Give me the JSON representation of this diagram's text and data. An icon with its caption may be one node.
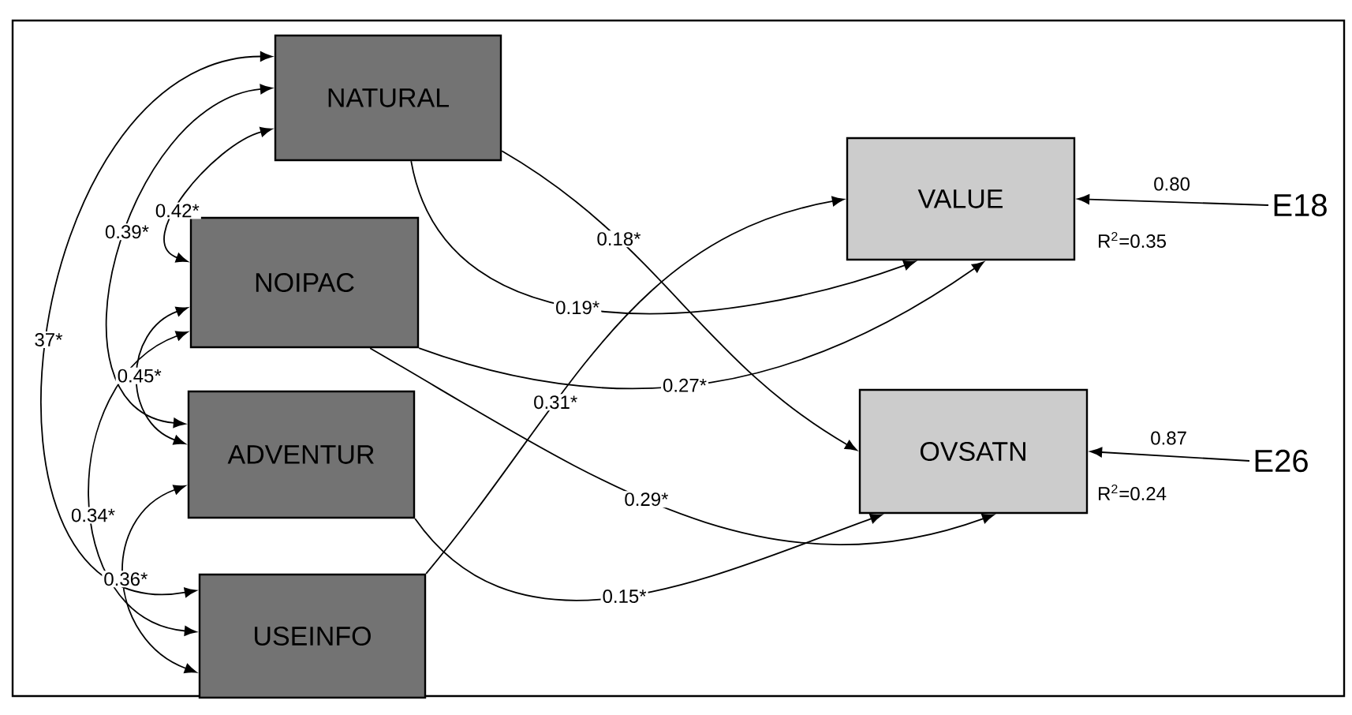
{
  "diagram": {
    "nodes": [
      {
        "text": [
          "NATURAL"
        ]
      },
      {
        "text": [
          "NOIPAC"
        ]
      },
      {
        "text": [
          "ADVENTUR"
        ]
      },
      {
        "text": [
          "USEINFO"
        ]
      },
      {
        "text": [
          "VALUE"
        ],
        "beside": [
          "R$^{2}$=0.35"
        ]
      },
      {
        "text": [
          "OVSATN"
        ],
        "beside": [
          "R$^{2}$=0.24"
        ]
      },
      {
        "text": [
          "E18"
        ]
      },
      {
        "text": [
          "E26"
        ]
      }
    ],
    "edges": [
      {
        "from": 0,
        "to": 1,
        "arrow": "both",
        "label": "0.42*"
      },
      {
        "from": 0,
        "to": 2,
        "arrow": "both",
        "label": "0.39*"
      },
      {
        "from": 0,
        "to": 3,
        "arrow": "both",
        "label": "37*"
      },
      {
        "from": 1,
        "to": 2,
        "arrow": "both",
        "label": "0.45*"
      },
      {
        "from": 1,
        "to": 3,
        "arrow": "both",
        "label": "0.34*"
      },
      {
        "from": 2,
        "to": 3,
        "arrow": "both",
        "label": "0.36*"
      },
      {
        "from": 0,
        "to": 5,
        "arrow": "to",
        "label": "0.18*"
      },
      {
        "from": 0,
        "to": 4,
        "arrow": "to",
        "label": "0.19*"
      },
      {
        "from": 3,
        "to": 4,
        "arrow": "to",
        "label": "0.31*"
      },
      {
        "from": 1,
        "to": 4,
        "arrow": "to",
        "label": "0.27*"
      },
      {
        "from": 1,
        "to": 5,
        "arrow": "to",
        "label": "0.29*"
      },
      {
        "from": 2,
        "to": 5,
        "arrow": "to",
        "label": "0.15*"
      },
      {
        "from": 6,
        "to": 4,
        "arrow": "to",
        "label": "0.80"
      },
      {
        "from": 7,
        "to": 5,
        "arrow": "to",
        "label": "0.87"
      }
    ]
  }
}
